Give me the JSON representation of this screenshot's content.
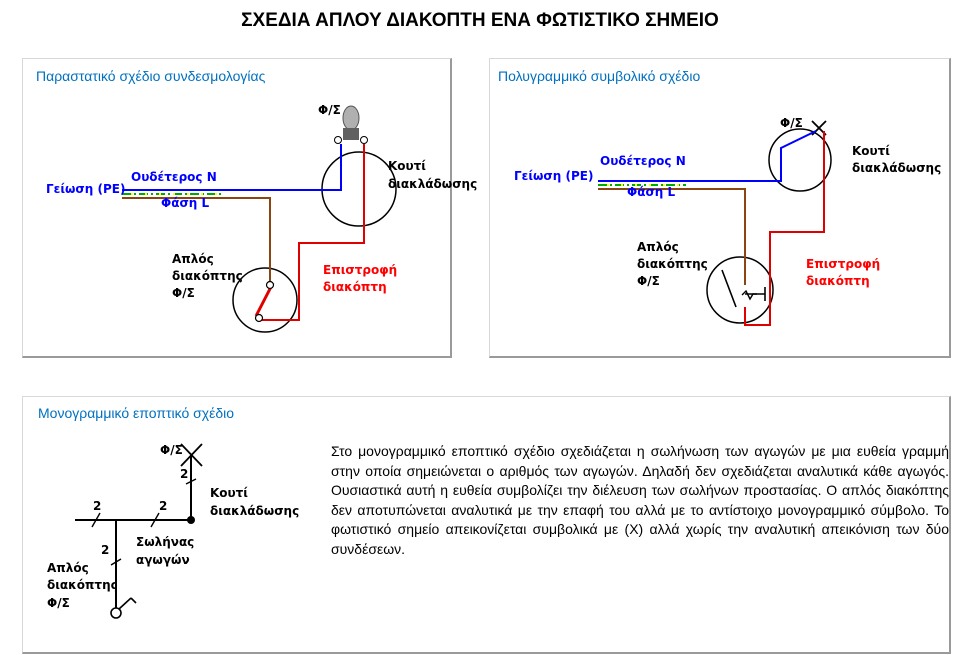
{
  "title": "ΣΧΕΔΙΑ ΑΠΛΟΥ ΔΙΑΚΟΠΤΗ ΕΝΑ ΦΩΤΙΣΤΙΚΟ ΣΗΜΕΙΟ",
  "panels": {
    "connection": {
      "heading": "Παραστατικό σχέδιο συνδεσμολογίας",
      "lamp": "Φ/Σ",
      "neutral": "Ουδέτερος Ν",
      "earth": "Γείωση (PE)",
      "phase": "Φάση L",
      "box": [
        "Κουτί",
        "διακλάδωσης"
      ],
      "switch": [
        "Απλός",
        "διακόπτης",
        "Φ/Σ"
      ],
      "return": [
        "Επιστροφή",
        "διακόπτη"
      ]
    },
    "multiline": {
      "heading": "Πολυγραμμικό συμβολικό σχέδιο",
      "lamp": "Φ/Σ",
      "neutral": "Ουδέτερος Ν",
      "earth": "Γείωση (PE)",
      "phase": "Φάση L",
      "box": [
        "Κουτί",
        "διακλάδωσης"
      ],
      "switch": [
        "Απλός",
        "διακόπτης",
        "Φ/Σ"
      ],
      "return": [
        "Επιστροφή",
        "διακόπτη"
      ]
    },
    "single": {
      "heading": "Μονογραμμικό εποπτικό σχέδιο",
      "lamp": "Φ/Σ",
      "box": [
        "Κουτί",
        "διακλάδωσης"
      ],
      "tubes": [
        "Σωλήνας",
        "αγωγών"
      ],
      "switch": [
        "Απλός",
        "διακόπτης",
        "Φ/Σ"
      ],
      "counts": [
        "2",
        "2",
        "2",
        "2"
      ],
      "description": "Στο μονογραμμικό εποπτικό σχέδιο σχεδιάζεται η σωλήνωση των αγωγών με μια ευθεία γραμμή στην οποία σημειώνεται ο αριθμός των αγωγών. Δηλαδή δεν σχεδιάζεται αναλυτικά κάθε αγωγός. Ουσιαστικά αυτή η ευθεία συμβολίζει την διέλευση των σωλήνων προστασίας. Ο απλός διακόπτης δεν αποτυπώνεται αναλυτικά με την επαφή του αλλά με το αντίστοιχο μονογραμμικό σύμβολο. Το φωτιστικό σημείο απεικονίζεται συμβολικά με (Χ) αλλά χωρίς την αναλυτική απεικόνιση των δύο συνδέσεων."
    }
  },
  "colors": {
    "neutral": "#0000ff",
    "earth": "#00aa00",
    "earth_alt": "#ffff00",
    "phase": "#8b4513",
    "return": "#e00000",
    "label_red": "#ff0000",
    "heading": "#0070c0"
  }
}
